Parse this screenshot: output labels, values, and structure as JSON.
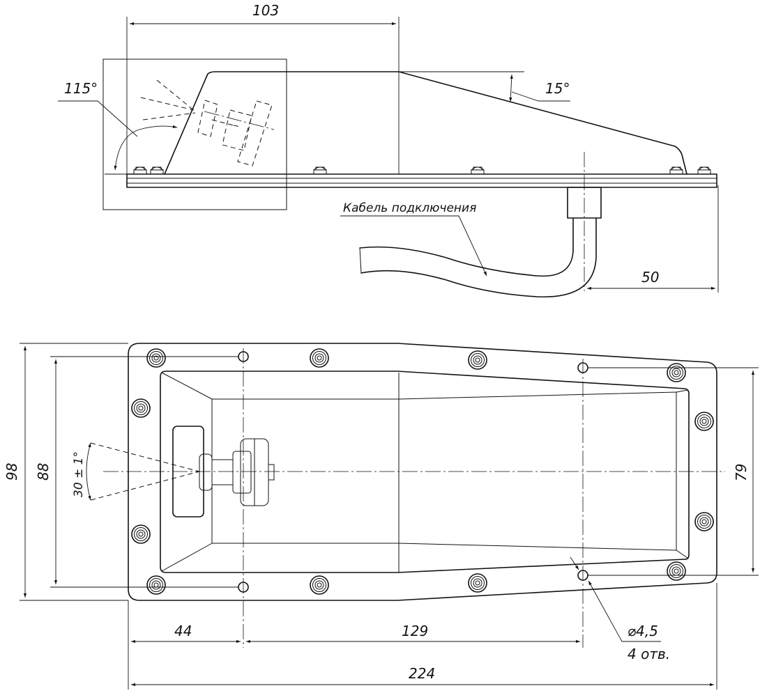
{
  "dimensions": {
    "top_width": "103",
    "angle_front": "115°",
    "angle_slope": "15°",
    "cable_offset": "50",
    "total_height": "98",
    "inner_height": "88",
    "spread_angle": "30 ± 1°",
    "back_height": "79",
    "left_offset": "44",
    "mid_span": "129",
    "total_length": "224",
    "hole_dia": "⌀4,5",
    "hole_count": "4 отв."
  },
  "labels": {
    "cable": "Кабель подключения"
  }
}
